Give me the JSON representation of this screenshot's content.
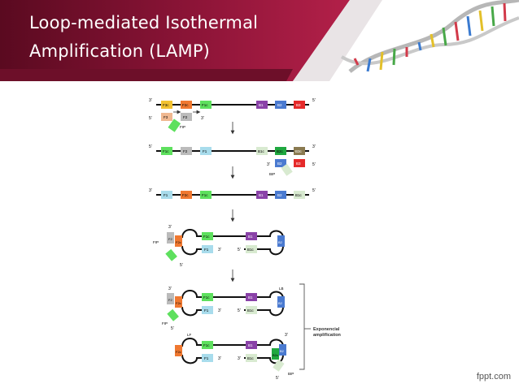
{
  "slide": {
    "title_line1": "Loop-mediated Isothermal",
    "title_line2": "Amplification (LAMP)",
    "watermark": "fppt.com"
  },
  "colors": {
    "banner": "#8c1437",
    "banner_dark": "#5a0a20",
    "accent_pink": "#d63a68",
    "F3": "#f2c230",
    "F3c": "#f2c230",
    "F2": "#f07830",
    "F2c": "#f07830",
    "F1": "#a8dcec",
    "F1c": "#5ee05e",
    "B1": "#8a42a8",
    "B1c": "#d8ead0",
    "B2": "#4a7ad0",
    "B2c": "#20a840",
    "B3": "#e52a2a",
    "B3c": "#8a7a50",
    "gray_box": "#bbbbbb",
    "peach_box": "#f0b890"
  },
  "diagram": {
    "labels": {
      "p3": "3'",
      "p5": "5'",
      "F3": "F3",
      "F3c": "F3c",
      "F2": "F2",
      "F2c": "F2c",
      "F1": "F1",
      "F1c": "F1c",
      "B1": "B1",
      "B1c": "B1c",
      "B2": "B2",
      "B2c": "B2c",
      "B3": "B3",
      "B3c": "B3c",
      "FIP": "FIP",
      "BIP": "BIP",
      "LF": "LF",
      "LB": "LB"
    },
    "bracket_label_line1": "Exponencial",
    "bracket_label_line2": "amplification"
  }
}
